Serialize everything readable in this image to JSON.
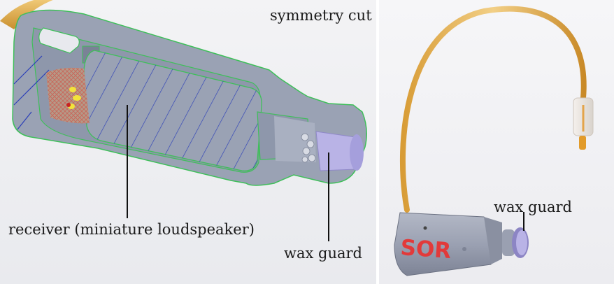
{
  "left_panel": {
    "title": "symmetry cut",
    "receiver_label": "receiver (miniature loudspeaker)",
    "wax_guard_label": "wax guard"
  },
  "right_panel": {
    "wax_guard_label": "wax guard",
    "brand_text": "SOR"
  },
  "colors": {
    "housing": "#9aa2b4",
    "cut_surface": "#8e97ab",
    "outline": "#3fbf5a",
    "hatch": "#2b3fb8",
    "tube": "#e2b04a",
    "wax_guard": "#b9b3e6",
    "brand": "#e23a3a"
  }
}
